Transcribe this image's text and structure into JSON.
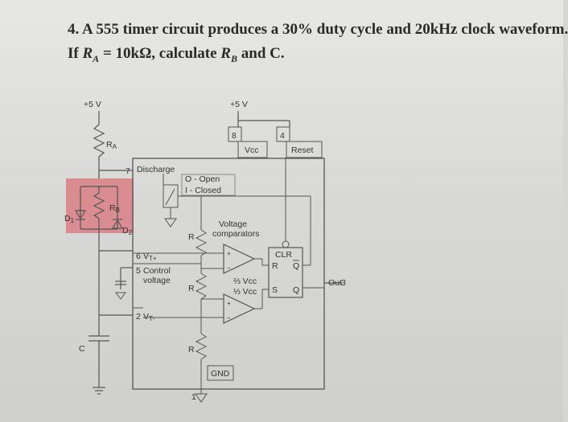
{
  "question": {
    "line1": "4. A 555 timer circuit produces a 30% duty cycle and 20kHz clock waveform.",
    "line2_prefix": "If ",
    "line2_ra_symbol": "R",
    "line2_ra_sub": "A",
    "line2_eq": " = 10kΩ, calculate ",
    "line2_rb_symbol": "R",
    "line2_rb_sub": "B",
    "line2_suffix": " and C."
  },
  "diagram": {
    "supply_left": "+5 V",
    "supply_right": "+5 V",
    "ra": "R",
    "ra_sub": "A",
    "rb": "R",
    "rb_sub": "B",
    "d1": "D",
    "d1_sub": "1",
    "d2": "D",
    "d2_sub": "2",
    "c": "C",
    "pin7": "7",
    "discharge": "Discharge",
    "open": "O - Open",
    "closed": "I - Closed",
    "pin8": "8",
    "vcc": "Vcc",
    "pin4": "4",
    "reset": "Reset",
    "voltage": "Voltage",
    "comparators": "comparators",
    "r1": "R",
    "r2": "R",
    "r3": "R",
    "pin6": "6",
    "vt_plus": "V",
    "vt_plus_sub": "T+",
    "pin5": "5",
    "control": "Control",
    "voltage2": "voltage",
    "two_thirds": "⅔ Vcc",
    "one_third": "⅓ Vcc",
    "clr": "CLR",
    "r_latch": "R",
    "q_bar": "Q",
    "s_latch": "S",
    "q": "Q",
    "out": "Out",
    "pin3": "3",
    "pin2": "2",
    "vt_minus": "V",
    "vt_minus_sub": "T-",
    "gnd": "GND",
    "pin1": "1",
    "highlight_color": "#d9737a"
  }
}
